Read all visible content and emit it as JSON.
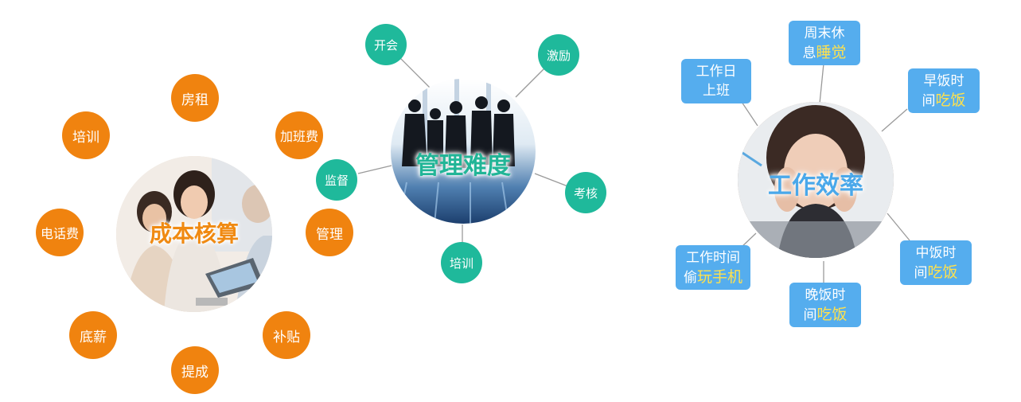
{
  "colors": {
    "orange": "#f0830f",
    "teal": "#1fb99b",
    "blue": "#55adee",
    "highlight": "#ffe14d",
    "line": "#9a9a9a"
  },
  "cost_hub": {
    "title": "成本核算",
    "nodes": [
      "房租",
      "加班费",
      "管理",
      "补贴",
      "提成",
      "底薪",
      "电话费",
      "培训"
    ]
  },
  "management_hub": {
    "title": "管理难度",
    "nodes": [
      "开会",
      "激励",
      "考核",
      "培训",
      "监督"
    ]
  },
  "efficiency_hub": {
    "title": "工作效率",
    "nodes": {
      "workday": {
        "line1": "工作日",
        "line2": "上班"
      },
      "weekend": {
        "line1": "周末休",
        "line2_plain": "息",
        "line2_hl": "睡觉"
      },
      "breakfast": {
        "line1": "早饭时",
        "line2_plain": "间",
        "line2_hl": "吃饭"
      },
      "lunch": {
        "line1": "中饭时",
        "line2_plain": "间",
        "line2_hl": "吃饭"
      },
      "dinner": {
        "line1": "晚饭时",
        "line2_plain": "间",
        "line2_hl": "吃饭"
      },
      "phone": {
        "line1": "工作时间",
        "line2_plain": "偷",
        "line2_hl": "玩手机"
      }
    }
  }
}
